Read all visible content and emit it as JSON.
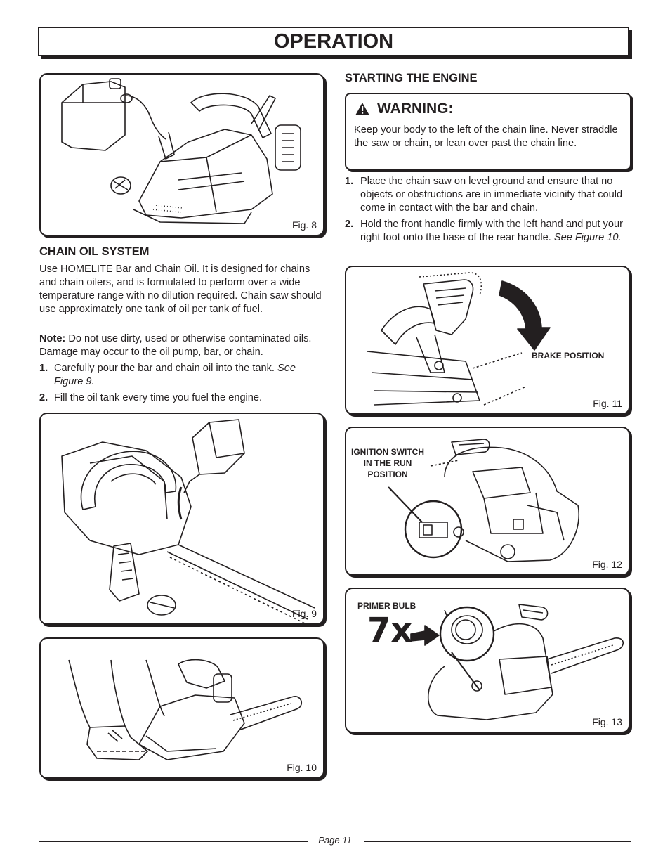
{
  "header": {
    "title": "OPERATION"
  },
  "figures": {
    "fig8": {
      "caption": "Fig. 8"
    },
    "fig9": {
      "caption": "Fig. 9"
    },
    "fig10": {
      "caption": "Fig. 10"
    },
    "fig11": {
      "caption": "Fig. 11",
      "callout": "BRAKE POSITION"
    },
    "fig12": {
      "caption": "Fig. 12",
      "callout_lines": [
        "IGNITION SWITCH",
        "IN THE RUN",
        "POSITION"
      ]
    },
    "fig13": {
      "caption": "Fig. 13",
      "callout": "PRIMER BULB",
      "multiplier": "7x"
    }
  },
  "chain_oil": {
    "heading": "CHAIN OIL SYSTEM",
    "intro": "Use HOMELITE Bar and Chain Oil. It is designed for chains and chain oilers, and is formulated to perform over a wide temperature range with no dilution required. Chain saw should use approximately one tank of oil per tank of fuel.",
    "note_label": "Note:",
    "note_text": " Do not use dirty, used or otherwise contaminated oils. Damage may occur to the oil pump, bar, or chain.",
    "steps": [
      {
        "num": "1.",
        "text": "Carefully pour the bar and chain oil into the tank. ",
        "ref": "See Figure 9."
      },
      {
        "num": "2.",
        "text": "Fill the oil tank every time you fuel the engine.",
        "ref": ""
      }
    ]
  },
  "starting": {
    "heading": "STARTING THE ENGINE",
    "warning_title": "WARNING:",
    "warning_text": "Keep your body to the left of the chain line.  Never straddle the saw or chain, or lean over past the chain line.",
    "steps": [
      {
        "num": "1.",
        "text": "Place the chain saw on level ground and ensure that no objects or obstructions are in immediate vicinity that could come in contact with the bar and chain.",
        "ref": ""
      },
      {
        "num": "2.",
        "text": "Hold the front handle firmly with the left hand and put your right foot onto the base of the rear handle.  ",
        "ref": "See Figure 10."
      }
    ]
  },
  "footer": {
    "page": "Page 11"
  },
  "colors": {
    "ink": "#231f20",
    "paper": "#ffffff"
  }
}
